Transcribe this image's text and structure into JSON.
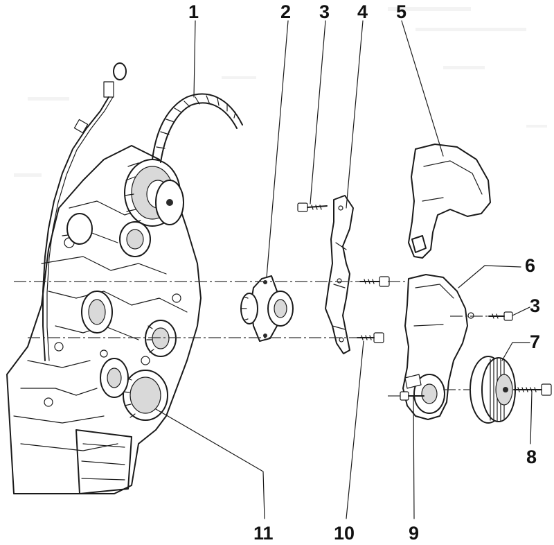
{
  "diagram": {
    "callouts": [
      {
        "id": "c1",
        "text": "1"
      },
      {
        "id": "c2",
        "text": "2"
      },
      {
        "id": "c3a",
        "text": "3"
      },
      {
        "id": "c4",
        "text": "4"
      },
      {
        "id": "c5",
        "text": "5"
      },
      {
        "id": "c6",
        "text": "6"
      },
      {
        "id": "c3b",
        "text": "3"
      },
      {
        "id": "c7",
        "text": "7"
      },
      {
        "id": "c8",
        "text": "8"
      },
      {
        "id": "c9",
        "text": "9"
      },
      {
        "id": "c10",
        "text": "10"
      },
      {
        "id": "c11",
        "text": "11"
      }
    ]
  }
}
